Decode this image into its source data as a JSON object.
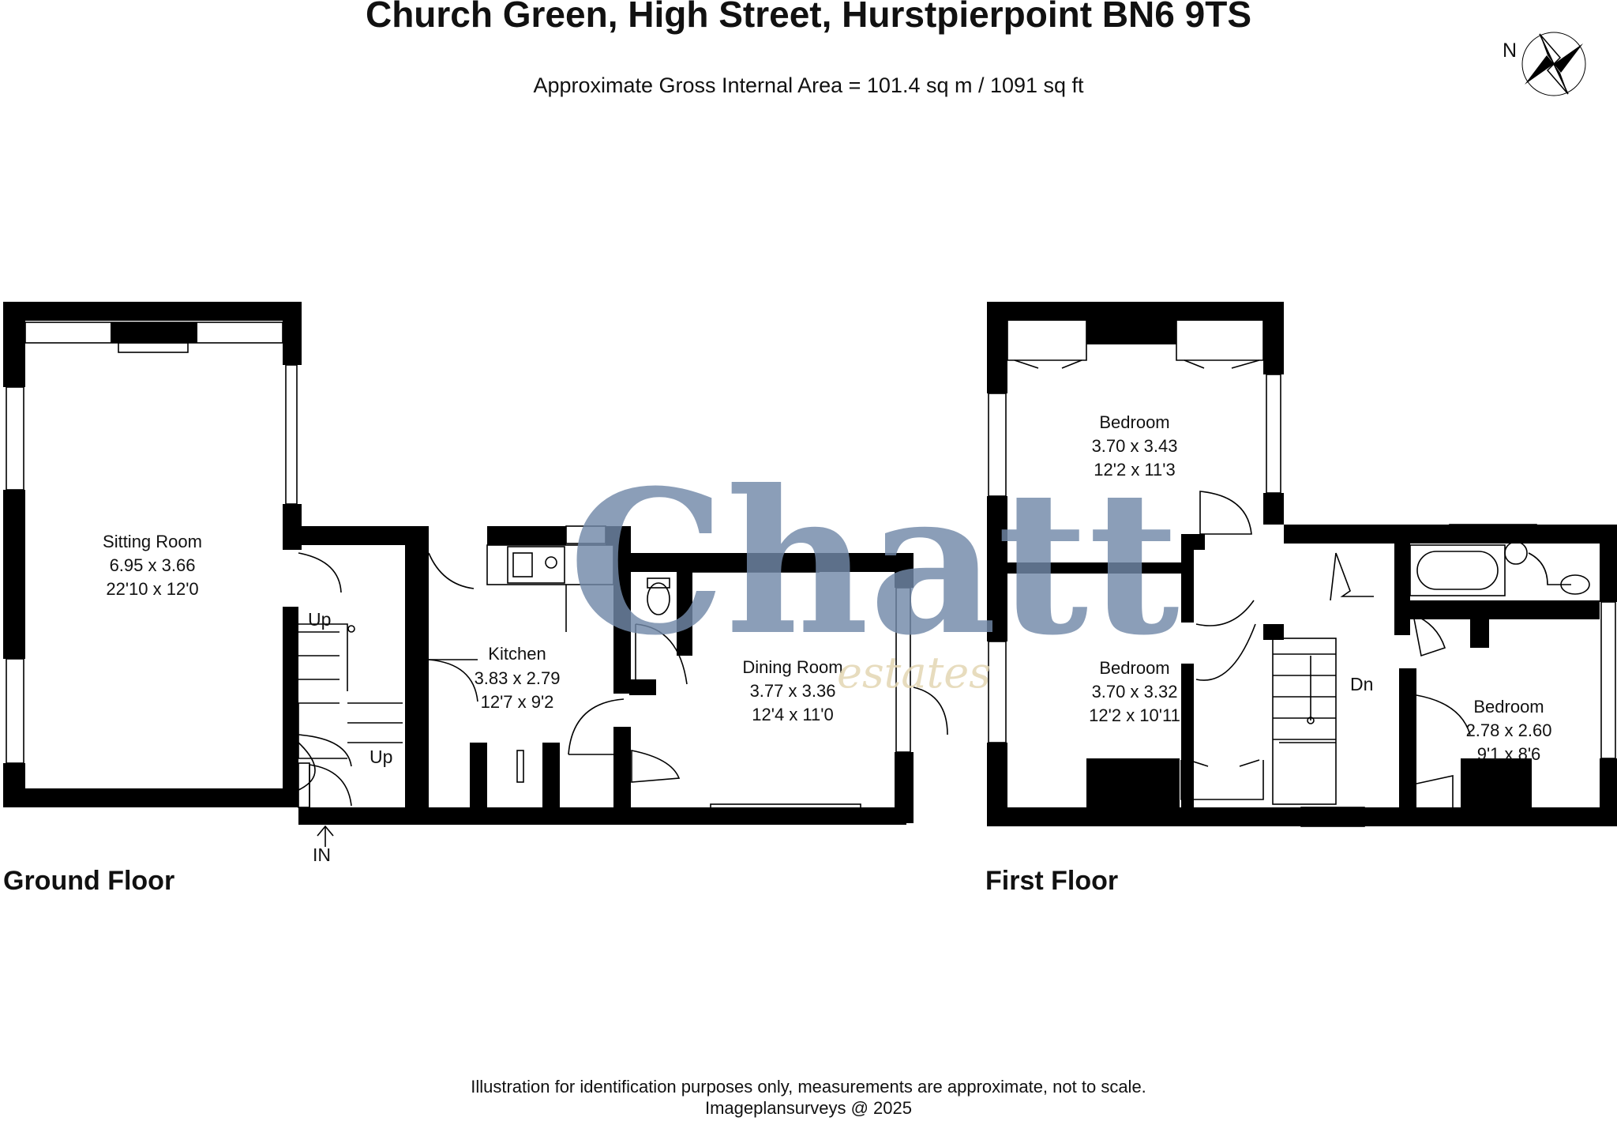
{
  "title": "Church Green, High Street, Hurstpierpoint BN6 9TS",
  "area": "Approximate Gross Internal Area = 101.4 sq m / 1091 sq ft",
  "compass": {
    "label": "N",
    "icon": "compass-rose-icon"
  },
  "watermark": {
    "brand": "Chatt",
    "sub": "estates",
    "colors": {
      "brand": "#7189a8",
      "sub": "#e3d6b3"
    }
  },
  "ground_floor": {
    "label": "Ground Floor",
    "rooms": [
      {
        "name": "Sitting Room",
        "metric": "6.95 x 3.66",
        "imperial": "22'10 x 12'0"
      },
      {
        "name": "Kitchen",
        "metric": "3.83 x 2.79",
        "imperial": "12'7 x 9'2"
      },
      {
        "name": "Dining Room",
        "metric": "3.77 x 3.36",
        "imperial": "12'4 x 11'0"
      }
    ],
    "stairs_up_1": "Up",
    "stairs_up_2": "Up",
    "entrance": "IN"
  },
  "first_floor": {
    "label": "First Floor",
    "rooms": [
      {
        "name": "Bedroom",
        "metric": "3.70 x 3.43",
        "imperial": "12'2 x 11'3"
      },
      {
        "name": "Bedroom",
        "metric": "3.70 x 3.32",
        "imperial": "12'2 x 10'11"
      },
      {
        "name": "Bedroom",
        "metric": "2.78 x 2.60",
        "imperial": "9'1 x 8'6"
      }
    ],
    "stairs_down": "Dn"
  },
  "footer": {
    "disclaimer": "Illustration for identification purposes only, measurements are approximate, not to scale.",
    "credit": "Imageplansurveys @ 2025"
  }
}
